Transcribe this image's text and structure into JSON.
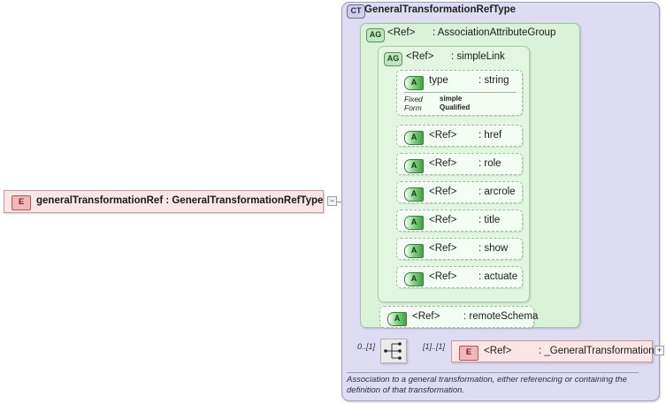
{
  "diagram": {
    "kind": "xsd-schema-diagram",
    "root_element": {
      "badge": "E",
      "label": "generalTransformationRef : GeneralTransformationRefType",
      "toggle": "−",
      "toggle_name": "collapse"
    },
    "complex_type": {
      "badge": "CT",
      "title": "GeneralTransformationRefType"
    },
    "attribute_group_outer": {
      "badge": "AG",
      "ref": "<Ref>",
      "name": ": AssociationAttributeGroup"
    },
    "attribute_group_inner": {
      "badge": "AG",
      "ref": "<Ref>",
      "name": ": simpleLink"
    },
    "type_attribute": {
      "badge": "A",
      "ref": "type",
      "name": ": string",
      "props": [
        {
          "key": "Fixed",
          "value": "simple"
        },
        {
          "key": "Form",
          "value": "Qualified"
        }
      ]
    },
    "attributes": [
      {
        "badge": "A",
        "ref": "<Ref>",
        "name": ": href"
      },
      {
        "badge": "A",
        "ref": "<Ref>",
        "name": ": role"
      },
      {
        "badge": "A",
        "ref": "<Ref>",
        "name": ": arcrole"
      },
      {
        "badge": "A",
        "ref": "<Ref>",
        "name": ": title"
      },
      {
        "badge": "A",
        "ref": "<Ref>",
        "name": ": show"
      },
      {
        "badge": "A",
        "ref": "<Ref>",
        "name": ": actuate"
      }
    ],
    "remote_schema_attribute": {
      "badge": "A",
      "ref": "<Ref>",
      "name": ": remoteSchema"
    },
    "compositor": {
      "icon": "sequence-icon",
      "cardinality_left": "0..[1]",
      "cardinality_right": "[1]..[1]"
    },
    "child_element": {
      "badge": "E",
      "ref": "<Ref>",
      "name": ": _GeneralTransformation",
      "toggle": "+",
      "toggle_name": "expand"
    },
    "annotation": "Association to a general transformation, either referencing or containing the definition of that transformation.",
    "colors": {
      "complex_type_fill": "#dedcf3",
      "attribute_group_fill": "#d9f2d9",
      "attribute_group_inner_fill": "#e2f6e2",
      "attribute_fill": "#f4fdf4",
      "element_fill": "#fbe6e6",
      "connector": "#8e8e9a"
    }
  }
}
